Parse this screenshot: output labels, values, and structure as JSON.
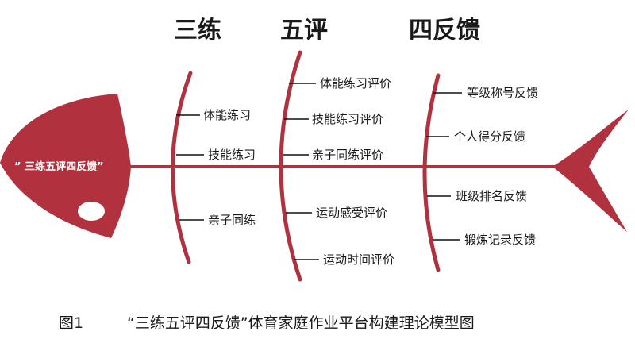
{
  "headers": {
    "practice": "三练",
    "evaluation": "五评",
    "feedback": "四反馈"
  },
  "head_label": "” 三练五评四反馈”",
  "practice_items": [
    "体能练习",
    "技能练习",
    "亲子同练"
  ],
  "evaluation_items": [
    "体能练习评价",
    "技能练习评价",
    "亲子同练评价",
    "运动感受评价",
    "运动时间评价"
  ],
  "feedback_items": [
    "等级称号反馈",
    "个人得分反馈",
    "班级排名反馈",
    "锻炼记录反馈"
  ],
  "caption": {
    "figure": "图1",
    "title": "“三练五评四反馈”体育家庭作业平台构建理论模型图"
  },
  "colors": {
    "fish": "#b2313f",
    "text": "#1a1a1a",
    "background": "#ffffff"
  }
}
